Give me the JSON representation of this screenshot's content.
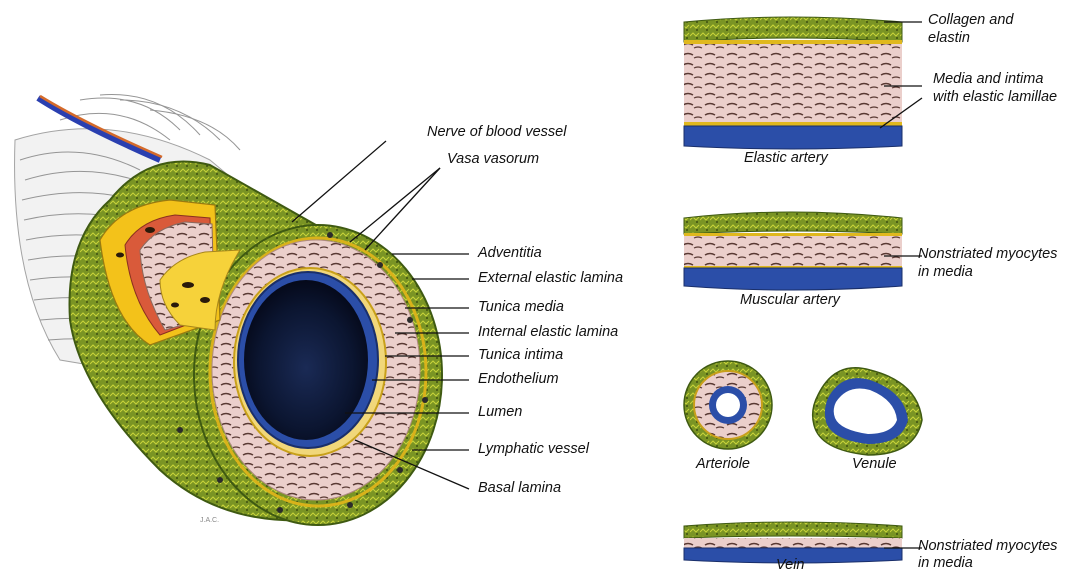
{
  "left_labels": [
    "Nerve of blood vessel",
    "Vasa vasorum",
    "Adventitia",
    "External elastic lamina",
    "Tunica media",
    "Internal elastic lamina",
    "Tunica intima",
    "Endothelium",
    "Lumen",
    "Lymphatic vessel",
    "Basal lamina"
  ],
  "right_labels": {
    "collagen_1": "Collagen and",
    "collagen_2": "elastin",
    "media_1": "Media and intima",
    "media_2": "with elastic lamillae",
    "elastic_artery": "Elastic artery",
    "nonstriated_1_a": "Nonstriated myocytes",
    "nonstriated_1_b": "in media",
    "muscular_artery": "Muscular artery",
    "arteriole": "Arteriole",
    "venule": "Venule",
    "nonstriated_2_a": "Nonstriated myocytes",
    "nonstriated_2_b": "in media",
    "vein": "Vein"
  },
  "signature": "J.A.C.",
  "colors": {
    "adventitia": "#6f8a1e",
    "adventitia_dark": "#3f5a12",
    "media": "#e9c8c4",
    "media_fiber": "#4a2f2a",
    "elastic_yellow": "#f2c21a",
    "lumen": "#0d1a3a",
    "endothelium_blue": "#2b4ea8",
    "fiber_gray": "#b8b8b8"
  }
}
